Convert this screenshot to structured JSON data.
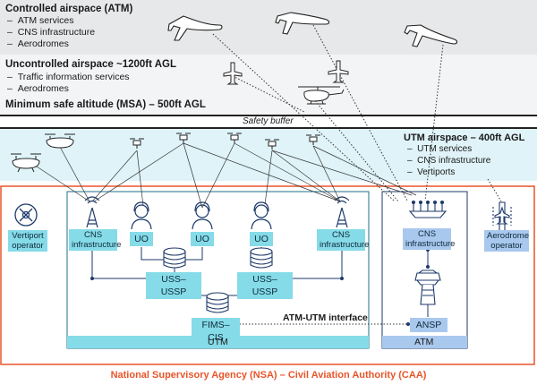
{
  "controlled": {
    "title": "Controlled airspace (ATM)",
    "items": [
      "ATM services",
      "CNS infrastructure",
      "Aerodromes"
    ]
  },
  "uncontrolled": {
    "title": "Uncontrolled airspace ~1200ft AGL",
    "items": [
      "Traffic information services",
      "Aerodromes"
    ]
  },
  "msa": "Minimum safe altitude (MSA) – 500ft AGL",
  "safety_buffer": "Safety buffer",
  "utm_airspace": {
    "title": "UTM airspace – 400ft AGL",
    "items": [
      "UTM services",
      "CNS infrastructure",
      "Vertiports"
    ]
  },
  "nodes": {
    "vertiport_operator": [
      "Vertiport",
      "operator"
    ],
    "cns_left": [
      "CNS",
      "infrastructure"
    ],
    "uo1": "UO",
    "uo2": "UO",
    "uo3": "UO",
    "cns_mid": [
      "CNS",
      "infrastructure"
    ],
    "cns_atm": [
      "CNS",
      "infrastructure"
    ],
    "aerodrome_operator": [
      "Aerodrome",
      "operator"
    ],
    "uss_left": "USS–USSP",
    "uss_right": "USS–USSP",
    "fims": "FIMS–CIS",
    "ansp": "ANSP",
    "interface": "ATM-UTM interface"
  },
  "groups": {
    "utm": "UTM",
    "atm": "ATM"
  },
  "footer": "National Supervisory Agency (NSA) – Civil Aviation Authority (CAA)",
  "colors": {
    "controlled_bg": "#e6e8ea",
    "uncontrolled_bg": "#f2f3f4",
    "utm_bg": "#dff3f8",
    "cyan": "#86dbe8",
    "blue": "#a9c8ee",
    "orange": "#e8552a",
    "teal": "#1e6f8a"
  }
}
